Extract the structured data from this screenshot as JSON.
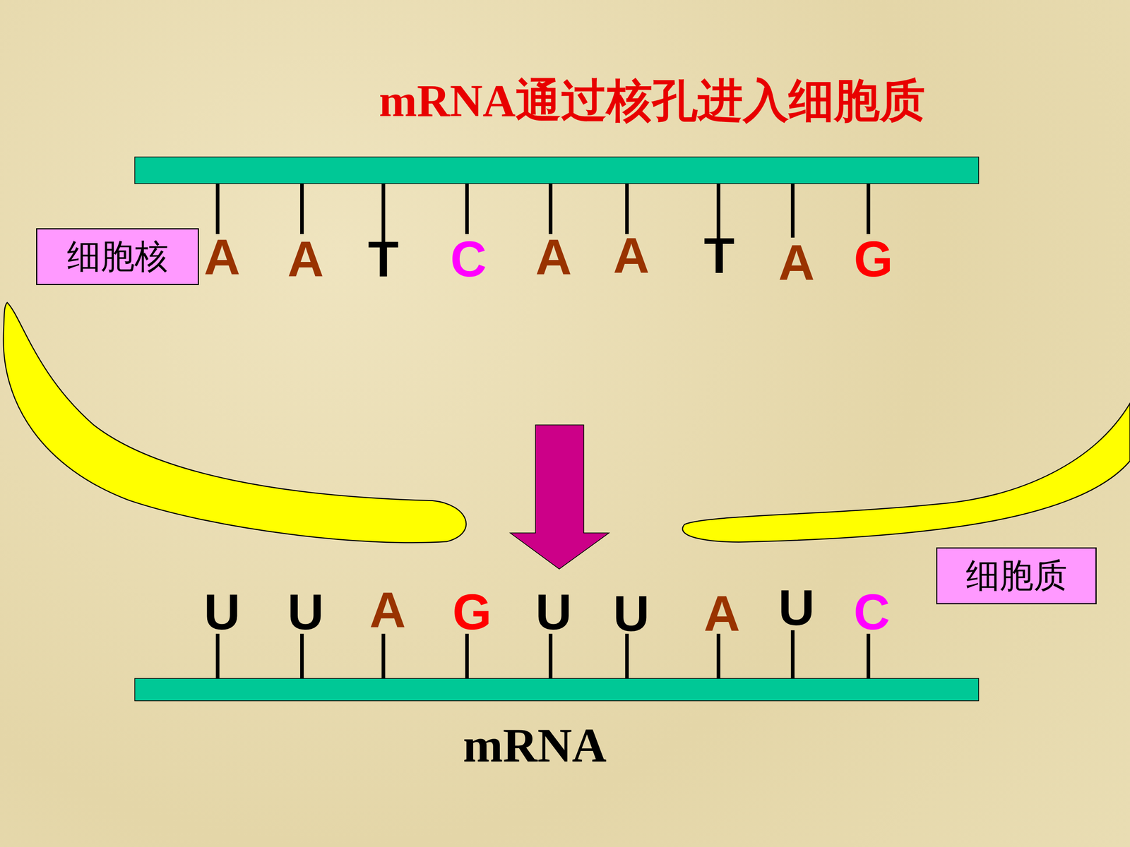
{
  "diagram": {
    "title": "mRNA通过核孔进入细胞质",
    "nodes": [
      {
        "text": [
          "细胞核"
        ]
      },
      {
        "text": [
          "细胞质"
        ]
      }
    ],
    "labels": [
      "A",
      "A",
      "T",
      "C",
      "A",
      "A",
      "T",
      "A",
      "G",
      "U",
      "U",
      "A",
      "G",
      "U",
      "U",
      "A",
      "U",
      "C",
      "mRNA"
    ]
  }
}
